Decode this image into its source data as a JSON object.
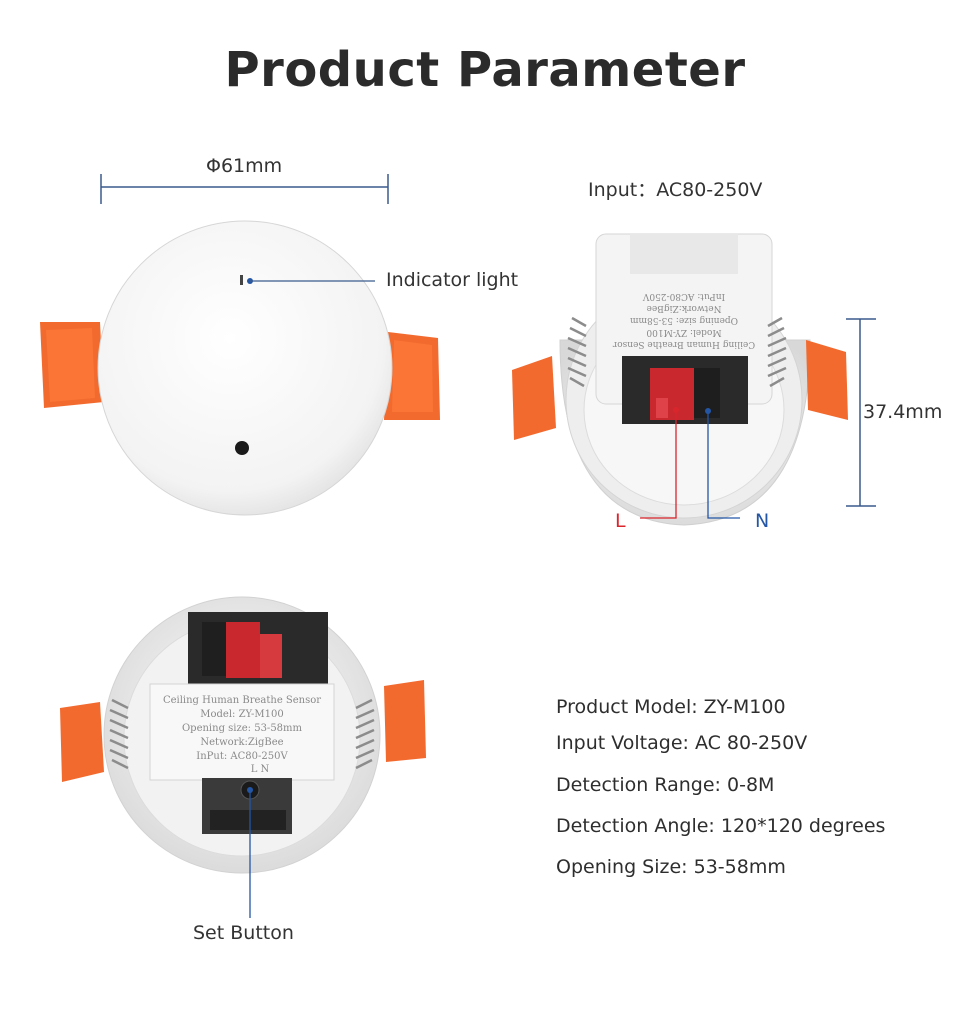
{
  "title": "Product Parameter",
  "dimensions": {
    "diameter": "Φ61mm",
    "height": "37.4mm"
  },
  "labels": {
    "indicator_light": "Indicator light",
    "input": "Input：AC80-250V",
    "live": "L",
    "neutral": "N",
    "set_button": "Set Button"
  },
  "device_print": {
    "line1": "Ceiling Human Breathe Sensor",
    "line2": "Model: ZY-M100",
    "line3": "Opening size: 53-58mm",
    "line4": "Network:ZigBee",
    "line5": "InPut: AC80-250V",
    "line6": "L   N"
  },
  "specs": [
    "Product Model: ZY-M100",
    "Input Voltage: AC 80-250V",
    "Detection Range: 0-8M",
    "Detection Angle: 120*120 degrees",
    "Opening Size: 53-58mm"
  ],
  "colors": {
    "clip_orange": "#f26a2e",
    "live_red": "#d9262c",
    "neutral_blue": "#2456a6",
    "dim_line": "#3a5a8c"
  }
}
